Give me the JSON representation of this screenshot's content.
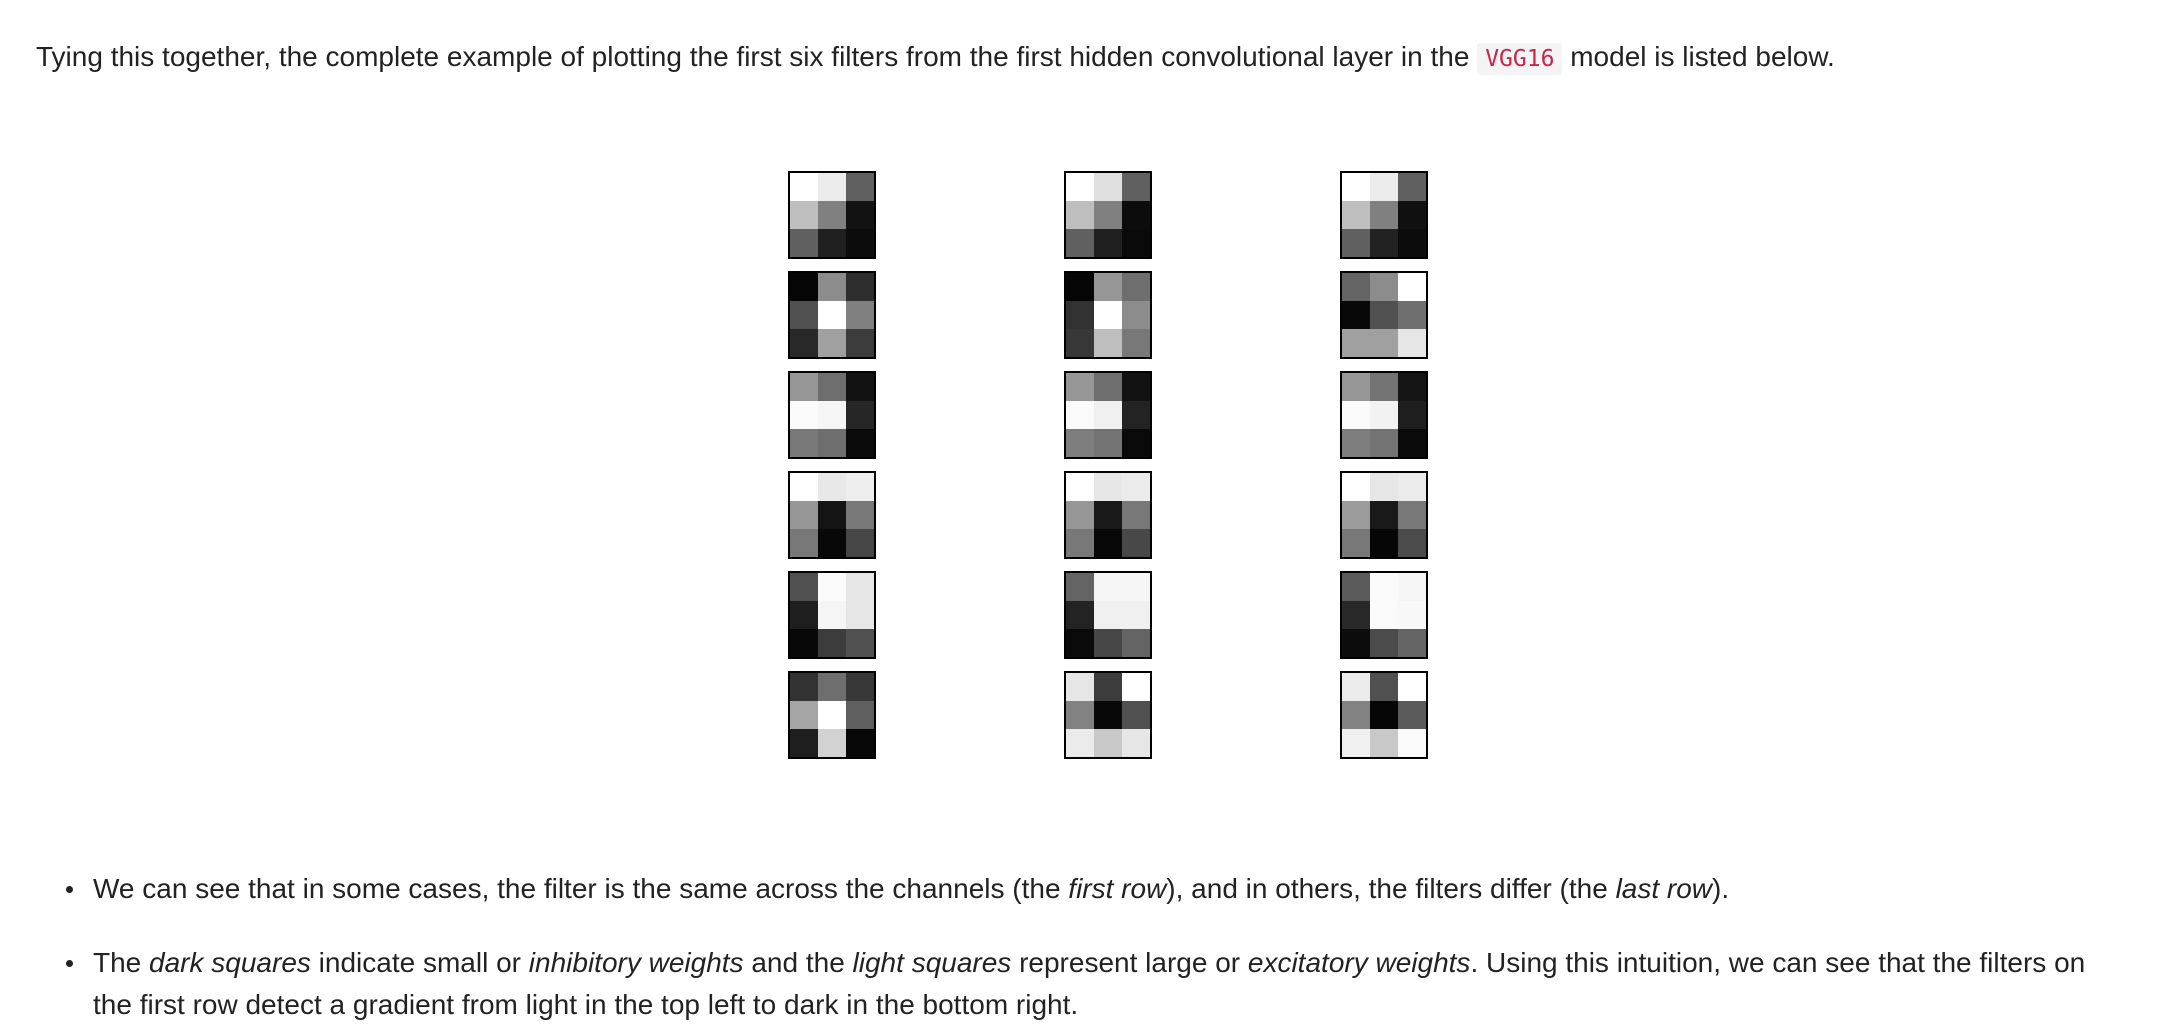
{
  "intro": {
    "before_code": "Tying this together, the complete example of plotting the first six filters from the first hidden convolutional layer in the",
    "code": "VGG16",
    "after_code": "model is listed below."
  },
  "figure": {
    "description_grid": "6 filters (rows) x 3 channels (columns), each a 3x3 grayscale kernel; values are gray levels 0 (black) to 255 (white)",
    "filters": [
      [
        [
          [
            255,
            236,
            96
          ],
          [
            190,
            128,
            18
          ],
          [
            96,
            32,
            12
          ]
        ],
        [
          [
            255,
            224,
            96
          ],
          [
            190,
            128,
            12
          ],
          [
            96,
            32,
            10
          ]
        ],
        [
          [
            255,
            236,
            96
          ],
          [
            190,
            128,
            16
          ],
          [
            96,
            34,
            12
          ]
        ]
      ],
      [
        [
          [
            5,
            140,
            45
          ],
          [
            80,
            255,
            128
          ],
          [
            40,
            160,
            60
          ]
        ],
        [
          [
            5,
            150,
            110
          ],
          [
            50,
            255,
            140
          ],
          [
            55,
            190,
            120
          ]
        ],
        [
          [
            100,
            140,
            255
          ],
          [
            8,
            80,
            110
          ],
          [
            160,
            160,
            230
          ]
        ]
      ],
      [
        [
          [
            150,
            110,
            18
          ],
          [
            250,
            245,
            38
          ],
          [
            120,
            110,
            10
          ]
        ],
        [
          [
            150,
            110,
            18
          ],
          [
            250,
            240,
            35
          ],
          [
            125,
            115,
            10
          ]
        ],
        [
          [
            150,
            115,
            20
          ],
          [
            250,
            242,
            30
          ],
          [
            125,
            115,
            10
          ]
        ]
      ],
      [
        [
          [
            255,
            232,
            238
          ],
          [
            150,
            20,
            120
          ],
          [
            120,
            8,
            70
          ]
        ],
        [
          [
            255,
            230,
            235
          ],
          [
            150,
            25,
            120
          ],
          [
            120,
            8,
            72
          ]
        ],
        [
          [
            255,
            230,
            235
          ],
          [
            155,
            25,
            120
          ],
          [
            120,
            6,
            75
          ]
        ]
      ],
      [
        [
          [
            80,
            250,
            230
          ],
          [
            30,
            245,
            230
          ],
          [
            8,
            60,
            80
          ]
        ],
        [
          [
            100,
            245,
            245
          ],
          [
            35,
            240,
            240
          ],
          [
            10,
            70,
            100
          ]
        ],
        [
          [
            90,
            250,
            245
          ],
          [
            40,
            250,
            248
          ],
          [
            12,
            75,
            100
          ]
        ]
      ],
      [
        [
          [
            50,
            110,
            55
          ],
          [
            165,
            255,
            95
          ],
          [
            30,
            210,
            8
          ]
        ],
        [
          [
            230,
            60,
            255
          ],
          [
            130,
            8,
            80
          ],
          [
            235,
            200,
            230
          ]
        ],
        [
          [
            235,
            80,
            255
          ],
          [
            130,
            6,
            90
          ],
          [
            240,
            200,
            250
          ]
        ]
      ]
    ]
  },
  "bullets": [
    [
      {
        "text": "We can see that in some cases, the filter is the same across the channels (the ",
        "italic": false
      },
      {
        "text": "first row",
        "italic": true
      },
      {
        "text": "), and in others, the filters differ (the ",
        "italic": false
      },
      {
        "text": "last row",
        "italic": true
      },
      {
        "text": ").",
        "italic": false
      }
    ],
    [
      {
        "text": "The ",
        "italic": false
      },
      {
        "text": "dark squares",
        "italic": true
      },
      {
        "text": " indicate small or ",
        "italic": false
      },
      {
        "text": "inhibitory weights",
        "italic": true
      },
      {
        "text": " and the ",
        "italic": false
      },
      {
        "text": "light squares",
        "italic": true
      },
      {
        "text": " represent large or ",
        "italic": false
      },
      {
        "text": "excitatory weights",
        "italic": true
      },
      {
        "text": ". Using this intuition, we can see that the filters on the first row detect a gradient from light in the top left to dark in the bottom right.",
        "italic": false
      }
    ]
  ]
}
